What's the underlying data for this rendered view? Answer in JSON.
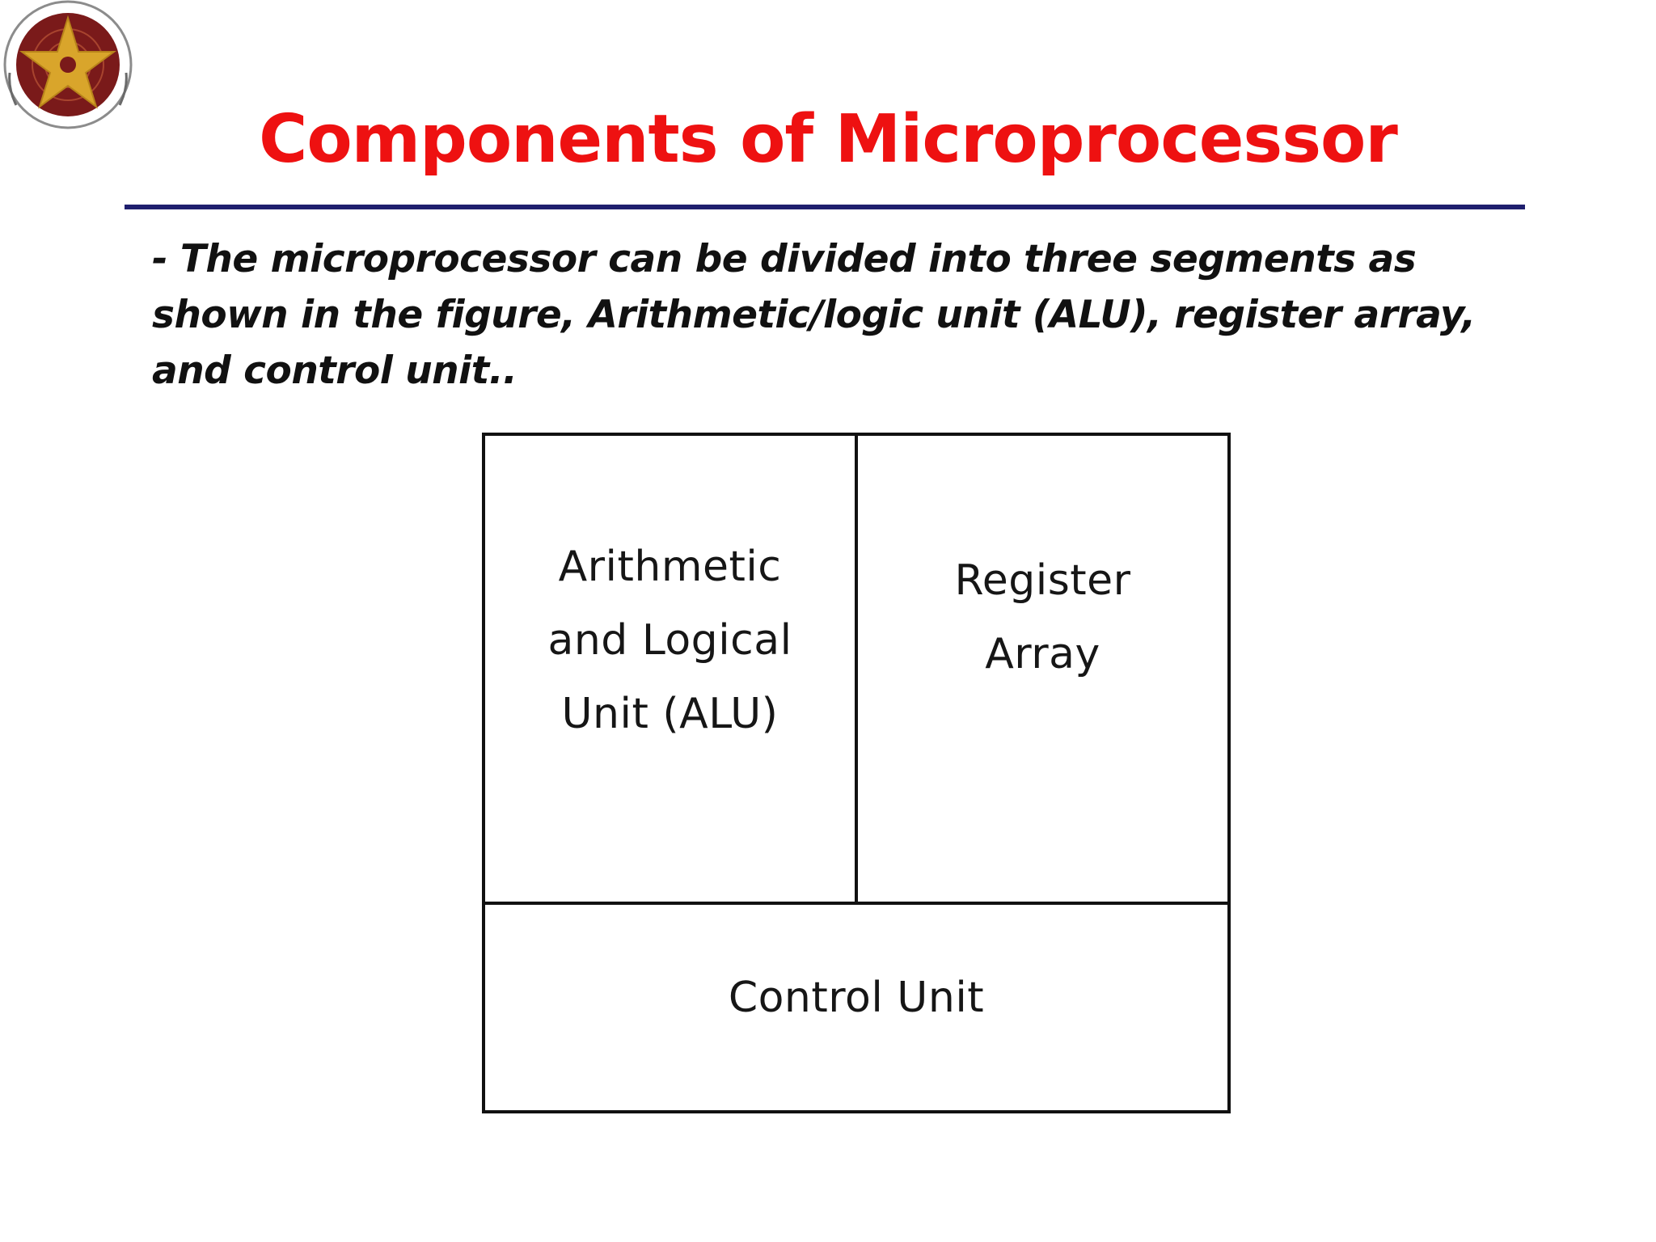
{
  "slide": {
    "title": "Components of Microprocessor",
    "description": "- The microprocessor can be divided into three segments as shown in the figure, Arithmetic/logic unit (ALU), register array, and control unit.."
  },
  "logo": {
    "icon": "university-seal",
    "colors": {
      "ring": "#7a1a1a",
      "star": "#d9a52b",
      "background": "#ffffff"
    }
  },
  "diagram": {
    "blocks": {
      "alu": [
        "Arithmetic",
        "and Logical",
        "Unit (ALU)"
      ],
      "register": [
        "Register",
        "Array"
      ],
      "control": [
        "Control Unit"
      ]
    }
  },
  "colors": {
    "title": "#ee1111",
    "rule": "#1f1f6e",
    "text": "#111111"
  }
}
